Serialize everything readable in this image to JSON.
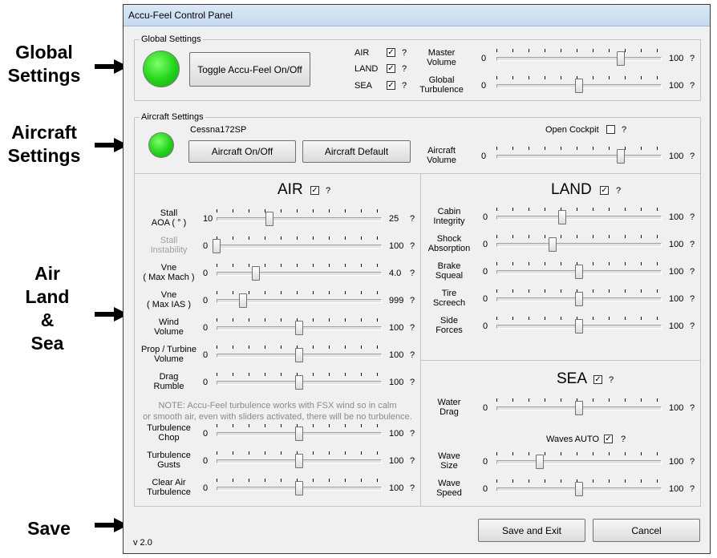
{
  "callouts": {
    "global": [
      "Global",
      "Settings"
    ],
    "aircraft": [
      "Aircraft",
      "Settings"
    ],
    "air_land_sea": [
      "Air",
      "Land",
      "&",
      "Sea"
    ],
    "save": [
      "Save"
    ]
  },
  "window": {
    "title": "Accu-Feel Control Panel",
    "version": "v 2.0"
  },
  "help_mark": "?",
  "check_mark": "✓",
  "led_color": "#22d31a",
  "global_settings": {
    "legend": "Global Settings",
    "toggle_label": "Toggle Accu-Feel On/Off",
    "air_label": "AIR",
    "air_checked": true,
    "land_label": "LAND",
    "land_checked": true,
    "sea_label": "SEA",
    "sea_checked": true,
    "master_volume": {
      "label": [
        "Master",
        "Volume"
      ],
      "min": "0",
      "max": "100",
      "value": 75
    },
    "global_turbulence": {
      "label": [
        "Global",
        "Turbulence"
      ],
      "min": "0",
      "max": "100",
      "value": 50
    }
  },
  "aircraft_settings": {
    "legend": "Aircraft Settings",
    "aircraft_name": "Cessna172SP",
    "on_off_label": "Aircraft On/Off",
    "default_label": "Aircraft Default",
    "open_cockpit_label": "Open Cockpit",
    "open_cockpit_checked": false,
    "aircraft_volume": {
      "label": [
        "Aircraft",
        "Volume"
      ],
      "min": "0",
      "max": "100",
      "value": 75
    }
  },
  "air": {
    "title": "AIR",
    "checked": true,
    "sliders": [
      {
        "key": "stall-aoa",
        "label": [
          "Stall",
          "AOA ( ° )"
        ],
        "min": "10",
        "max": "25",
        "value": 14.8,
        "disabled": false
      },
      {
        "key": "stall-instability",
        "label": [
          "Stall",
          "Instability"
        ],
        "min": "0",
        "max": "100",
        "value": 0,
        "disabled": true
      },
      {
        "key": "vne-max-mach",
        "label": [
          "Vne",
          "( Max Mach )"
        ],
        "min": "0",
        "max": "4.0",
        "value": 0.96,
        "disabled": false
      },
      {
        "key": "vne-max-ias",
        "label": [
          "Vne",
          "( Max IAS )"
        ],
        "min": "0",
        "max": "999",
        "value": 160,
        "disabled": false
      },
      {
        "key": "wind-volume",
        "label": [
          "Wind",
          "Volume"
        ],
        "min": "0",
        "max": "100",
        "value": 50,
        "disabled": false
      },
      {
        "key": "prop-turbine-volume",
        "label": [
          "Prop / Turbine",
          "Volume"
        ],
        "min": "0",
        "max": "100",
        "value": 50,
        "disabled": false
      },
      {
        "key": "drag-rumble",
        "label": [
          "Drag",
          "Rumble"
        ],
        "min": "0",
        "max": "100",
        "value": 50,
        "disabled": false
      }
    ],
    "note": [
      "NOTE:  Accu-Feel turbulence works with FSX wind so in calm",
      "or smooth air, even with sliders activated, there will be no turbulence."
    ],
    "turb_sliders": [
      {
        "key": "turbulence-chop",
        "label": [
          "Turbulence",
          "Chop"
        ],
        "min": "0",
        "max": "100",
        "value": 50
      },
      {
        "key": "turbulence-gusts",
        "label": [
          "Turbulence",
          "Gusts"
        ],
        "min": "0",
        "max": "100",
        "value": 50
      },
      {
        "key": "clear-air-turbulence",
        "label": [
          "Clear Air",
          "Turbulence"
        ],
        "min": "0",
        "max": "100",
        "value": 50
      }
    ]
  },
  "land": {
    "title": "LAND",
    "checked": true,
    "sliders": [
      {
        "key": "cabin-integrity",
        "label": [
          "Cabin",
          "Integrity"
        ],
        "min": "0",
        "max": "100",
        "value": 40
      },
      {
        "key": "shock-absorption",
        "label": [
          "Shock",
          "Absorption"
        ],
        "min": "0",
        "max": "100",
        "value": 34
      },
      {
        "key": "brake-squeal",
        "label": [
          "Brake",
          "Squeal"
        ],
        "min": "0",
        "max": "100",
        "value": 50
      },
      {
        "key": "tire-screech",
        "label": [
          "Tire",
          "Screech"
        ],
        "min": "0",
        "max": "100",
        "value": 50
      },
      {
        "key": "side-forces",
        "label": [
          "Side",
          "Forces"
        ],
        "min": "0",
        "max": "100",
        "value": 50
      }
    ]
  },
  "sea": {
    "title": "SEA",
    "checked": true,
    "water_drag": {
      "label": [
        "Water",
        "Drag"
      ],
      "min": "0",
      "max": "100",
      "value": 50
    },
    "waves_auto_label": "Waves AUTO",
    "waves_auto_checked": true,
    "wave_size": {
      "label": [
        "Wave",
        "Size"
      ],
      "min": "0",
      "max": "100",
      "value": 26
    },
    "wave_speed": {
      "label": [
        "Wave",
        "Speed"
      ],
      "min": "0",
      "max": "100",
      "value": 50
    }
  },
  "footer": {
    "save_label": "Save and Exit",
    "cancel_label": "Cancel"
  }
}
